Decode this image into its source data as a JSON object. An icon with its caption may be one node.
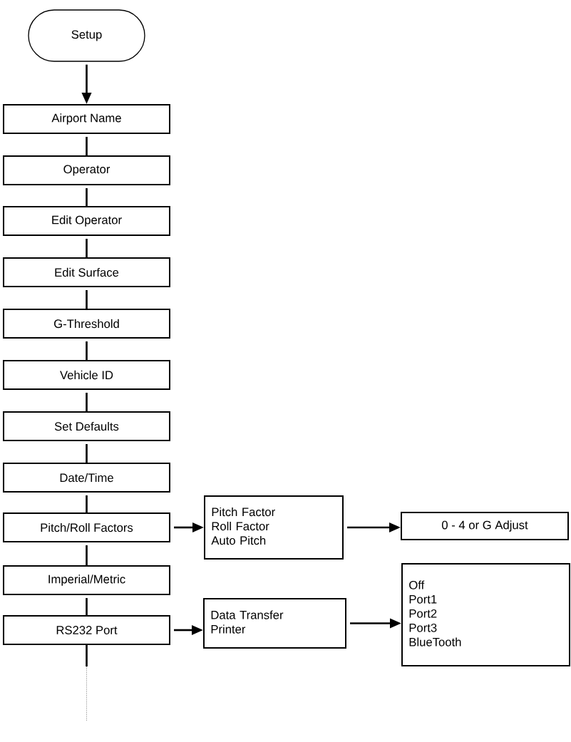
{
  "diagram": {
    "nodes": [
      {
        "text": [
          "Setup"
        ]
      },
      {
        "text": [
          "Airport Name"
        ]
      },
      {
        "text": [
          "Operator"
        ]
      },
      {
        "text": [
          "Edit Operator"
        ]
      },
      {
        "text": [
          "Edit Surface"
        ]
      },
      {
        "text": [
          "G-Threshold"
        ]
      },
      {
        "text": [
          "Vehicle ID"
        ]
      },
      {
        "text": [
          "Set Defaults"
        ]
      },
      {
        "text": [
          "Date/Time"
        ]
      },
      {
        "text": [
          "Pitch/Roll Factors"
        ]
      },
      {
        "text": [
          "Imperial/Metric"
        ]
      },
      {
        "text": [
          "RS232 Port"
        ]
      },
      {
        "text": [
          "Pitch Factor",
          "Roll Factor",
          "Auto Pitch"
        ]
      },
      {
        "text": [
          "0 - 4 or G Adjust"
        ]
      },
      {
        "text": [
          "Data Transfer",
          "Printer"
        ]
      },
      {
        "text": [
          "Off",
          "Port1",
          "Port2",
          "Port3",
          "BlueTooth"
        ]
      }
    ],
    "edges": [
      {
        "from": 0,
        "to": 1,
        "arrow": "to"
      },
      {
        "from": 1,
        "to": 2,
        "arrow": "none"
      },
      {
        "from": 2,
        "to": 3,
        "arrow": "none"
      },
      {
        "from": 3,
        "to": 4,
        "arrow": "none"
      },
      {
        "from": 4,
        "to": 5,
        "arrow": "none"
      },
      {
        "from": 5,
        "to": 6,
        "arrow": "none"
      },
      {
        "from": 6,
        "to": 7,
        "arrow": "none"
      },
      {
        "from": 7,
        "to": 8,
        "arrow": "none"
      },
      {
        "from": 8,
        "to": 9,
        "arrow": "none"
      },
      {
        "from": 9,
        "to": 10,
        "arrow": "none"
      },
      {
        "from": 10,
        "to": 11,
        "arrow": "none"
      },
      {
        "from": 9,
        "to": 12,
        "arrow": "to"
      },
      {
        "from": 12,
        "to": 13,
        "arrow": "to"
      },
      {
        "from": 11,
        "to": 14,
        "arrow": "to"
      },
      {
        "from": 14,
        "to": 15,
        "arrow": "to"
      },
      {
        "from": 11,
        "to": null,
        "arrow": "none",
        "style": "dashed",
        "color": "#808080"
      }
    ]
  }
}
